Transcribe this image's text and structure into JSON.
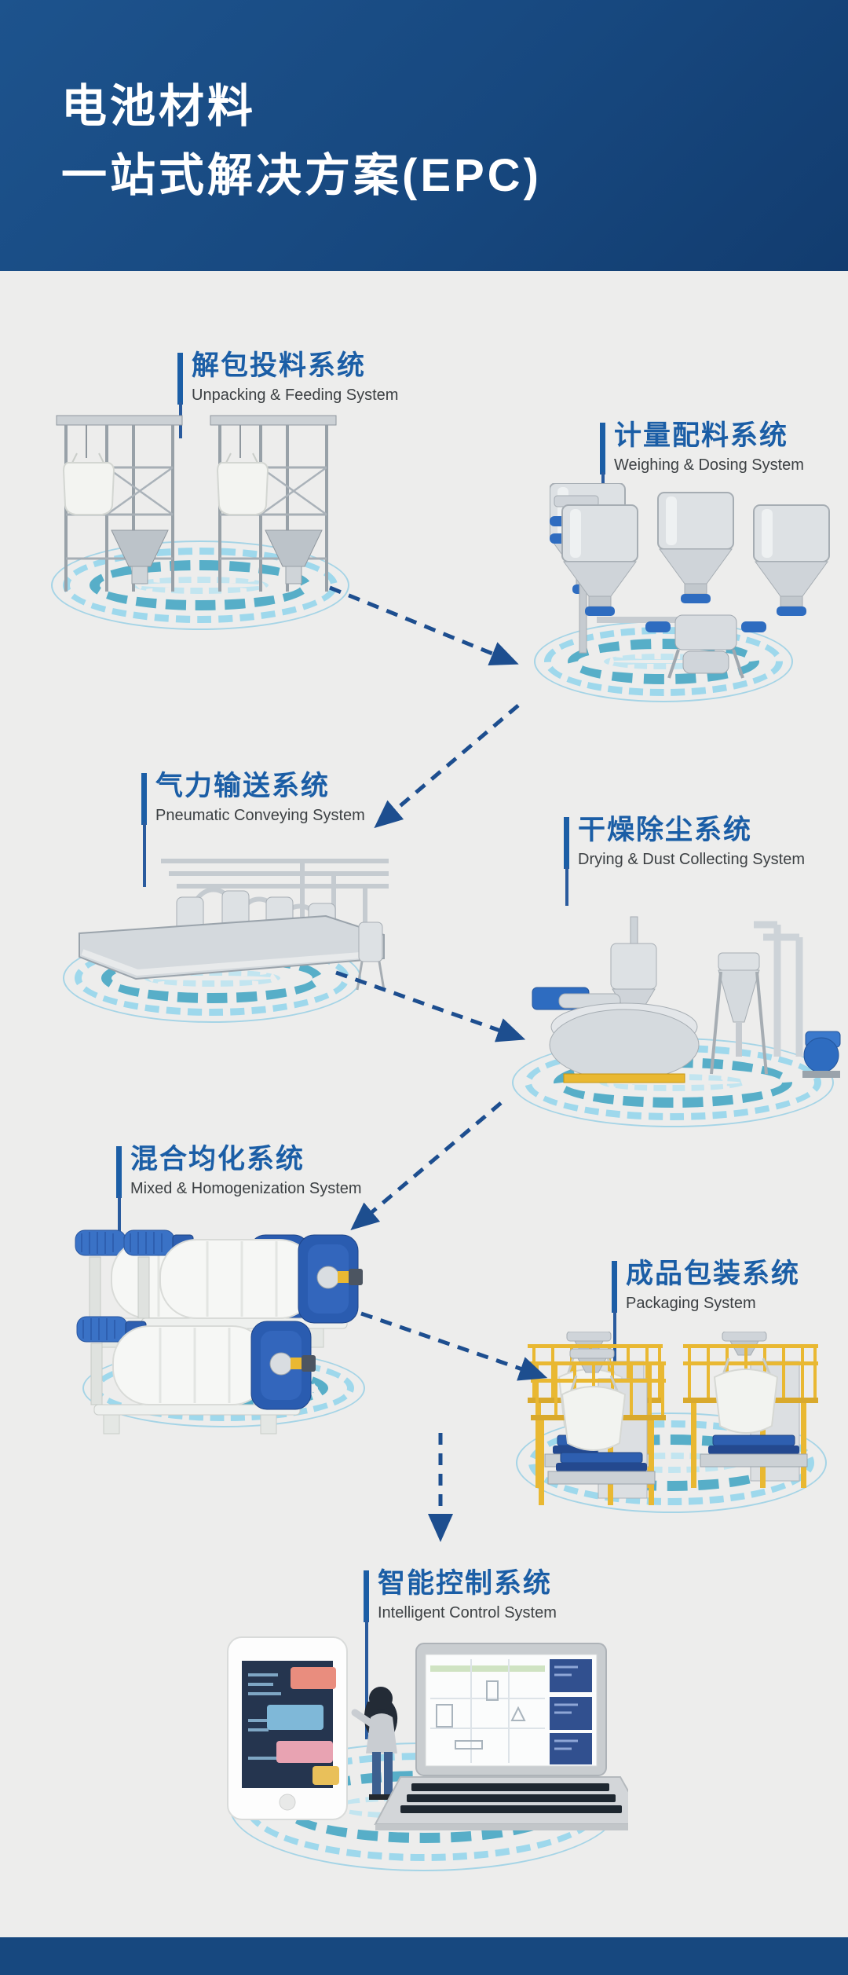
{
  "header": {
    "title_line1": "电池材料",
    "title_line2": "一站式解决方案(EPC)"
  },
  "sections": [
    {
      "zh": "解包投料系统",
      "en": "Unpacking & Feeding System"
    },
    {
      "zh": "计量配料系统",
      "en": "Weighing & Dosing System"
    },
    {
      "zh": "气力输送系统",
      "en": "Pneumatic Conveying System"
    },
    {
      "zh": "干燥除尘系统",
      "en": "Drying & Dust Collecting System"
    },
    {
      "zh": "混合均化系统",
      "en": "Mixed & Homogenization System"
    },
    {
      "zh": "成品包装系统",
      "en": "Packaging System"
    },
    {
      "zh": "智能控制系统",
      "en": "Intelligent Control System"
    }
  ],
  "colors": {
    "header_bg": "#17487f",
    "body_bg": "#ededec",
    "accent_blue": "#1b5ea6",
    "subtitle_gray": "#3c4043",
    "arrow_navy": "#1d4e8f",
    "ring_light_blue": "#9ed8ec",
    "ring_teal": "#57aec8",
    "machine_blue": "#2e6cc0",
    "safety_yellow": "#e9b832"
  }
}
